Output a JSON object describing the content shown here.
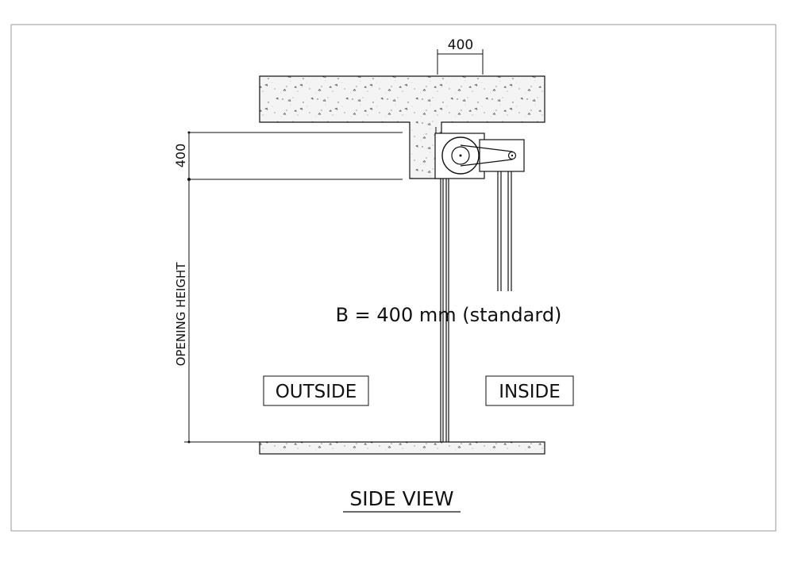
{
  "dimensions": {
    "top_width": "400",
    "header_height": "400",
    "opening_height": "OPENING HEIGHT"
  },
  "labels": {
    "formula": "B = 400 mm (standard)",
    "outside": "OUTSIDE",
    "inside": "INSIDE",
    "title": "SIDE VIEW"
  },
  "colors": {
    "line": "#111111",
    "frame": "#9a9a9a",
    "concrete_fill": "#f4f4f4"
  }
}
